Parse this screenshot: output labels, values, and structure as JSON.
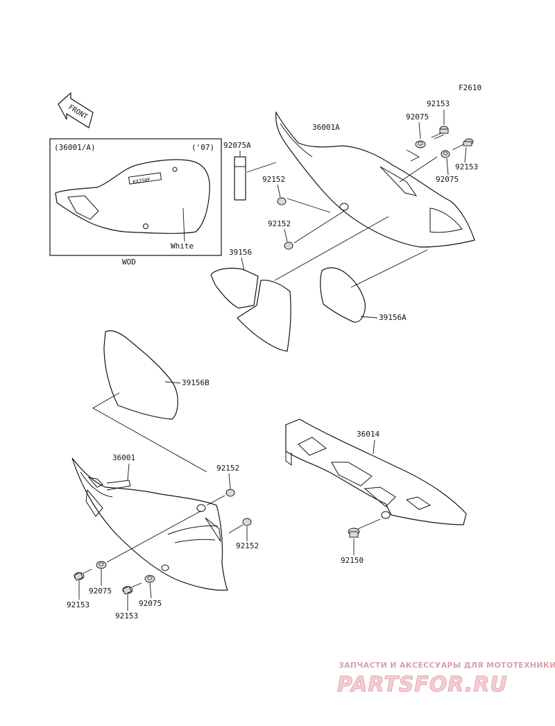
{
  "figure_code": "F2610",
  "front_arrow_text": "FRONT",
  "inset": {
    "ref_label": "(36001/A)",
    "year_label": "('07)",
    "color_label": "White",
    "caption": "WOD"
  },
  "callouts": [
    {
      "id": "c-36001A",
      "text": "36001A"
    },
    {
      "id": "c-92153-a",
      "text": "92153"
    },
    {
      "id": "c-92075-a",
      "text": "92075"
    },
    {
      "id": "c-92153-b",
      "text": "92153"
    },
    {
      "id": "c-92075-b",
      "text": "92075"
    },
    {
      "id": "c-92075A",
      "text": "92075A"
    },
    {
      "id": "c-92152-a",
      "text": "92152"
    },
    {
      "id": "c-92152-b",
      "text": "92152"
    },
    {
      "id": "c-39156",
      "text": "39156"
    },
    {
      "id": "c-39156A",
      "text": "39156A"
    },
    {
      "id": "c-39156B",
      "text": "39156B"
    },
    {
      "id": "c-36014",
      "text": "36014"
    },
    {
      "id": "c-36001",
      "text": "36001"
    },
    {
      "id": "c-92152-c",
      "text": "92152"
    },
    {
      "id": "c-92152-d",
      "text": "92152"
    },
    {
      "id": "c-92150",
      "text": "92150"
    },
    {
      "id": "c-92075-c",
      "text": "92075"
    },
    {
      "id": "c-92153-c",
      "text": "92153"
    },
    {
      "id": "c-92075-d",
      "text": "92075"
    },
    {
      "id": "c-92153-d",
      "text": "92153"
    }
  ],
  "watermark": {
    "tagline": "ЗАПЧАСТИ И АКСЕССУАРЫ ДЛЯ МОТОТЕХНИКИ",
    "brand": "PARTSFOR.RU"
  }
}
